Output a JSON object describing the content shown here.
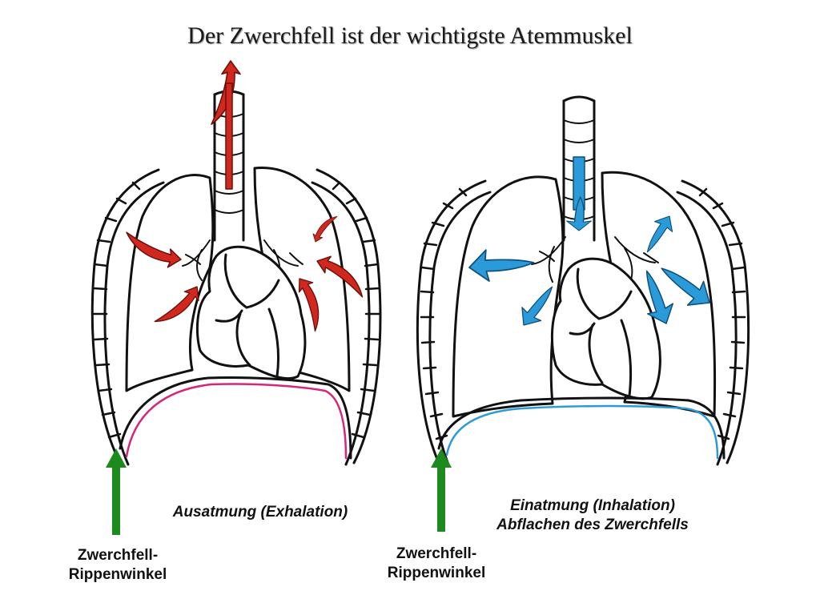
{
  "title": "Der Zwerchfell ist der wichtigste Atemmuskel",
  "exhalation": {
    "caption": "Ausatmung (Exhalation)",
    "angle_label": [
      "Zwerchfell-",
      "Rippenwinkel"
    ],
    "arrow_color": "#d0281e",
    "diaphragm_color": "#d4267a"
  },
  "inhalation": {
    "caption": [
      "Einatmung (Inhalation)",
      "Abflachen des Zwerchfells"
    ],
    "angle_label": [
      "Zwerchfell-",
      "Rippenwinkel"
    ],
    "arrow_color": "#2a9ad8",
    "diaphragm_color": "#2a9ad8"
  },
  "angle_arrow_color": "#1c8a1c",
  "icons": [
    "ribcage-outline",
    "lung-outline",
    "trachea-outline",
    "heart-outline",
    "airflow-arrow"
  ]
}
